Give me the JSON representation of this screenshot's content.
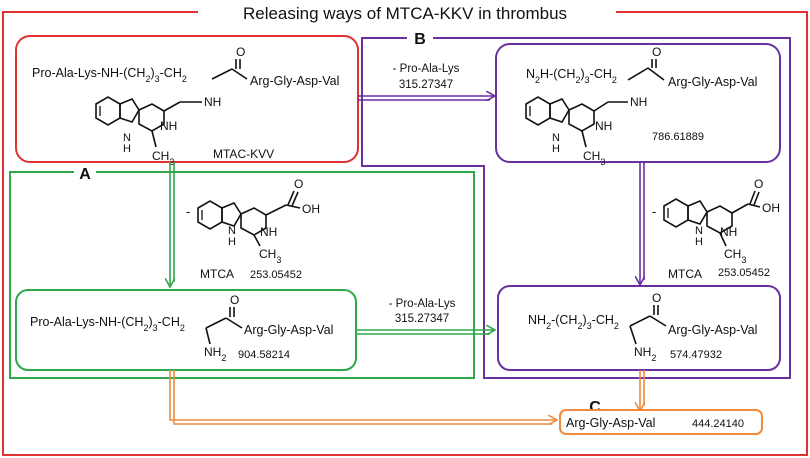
{
  "title": "Releasing ways of MTCA-KKV  in thrombus",
  "colors": {
    "outer": "#e03030",
    "route_a": "#2ea84a",
    "route_b": "#6a2fa0",
    "route_c": "#f08a3c",
    "start": "#e03030"
  },
  "labels": {
    "a": "A",
    "b": "B",
    "c": "C"
  },
  "start_compound": {
    "chain": "Pro-Ala-Lys-NH-(CH",
    "chain_sub": "2",
    "chain_mid": ")",
    "chain_sub2": "3",
    "chain_end": "-CH",
    "chain_sub3": "2",
    "tail": "Arg-Gly-Asp-Val",
    "o": "O",
    "nh": "NH",
    "ring_nh": "NH",
    "ring_h": "H",
    "ring_n": "N",
    "ch3": "CH",
    "ch3_sub": "3",
    "name": "MTAC-KVV"
  },
  "b_product": {
    "chain": "N",
    "chain_sub": "2",
    "chain_rest": "H-(CH",
    "chain_sub2": "2",
    "chain_mid": ")",
    "chain_sub3": "3",
    "chain_end": "-CH",
    "chain_sub4": "2",
    "tail": "Arg-Gly-Asp-Val",
    "o": "O",
    "nh": "NH",
    "ring_nh": "NH",
    "ring_h": "H",
    "ring_n": "N",
    "ch3": "CH",
    "ch3_sub": "3",
    "mass": "786.61889"
  },
  "b_arrow": {
    "label": "- Pro-Ala-Lys",
    "mass": "315.27347"
  },
  "a_mtca": {
    "minus": "-",
    "oh": "OH",
    "o": "O",
    "ring_nh": "NH",
    "ring_h": "H",
    "ring_n": "N",
    "ch3": "CH",
    "ch3_sub": "3",
    "name": "MTCA",
    "mass": "253.05452"
  },
  "b_mtca": {
    "minus": "-",
    "oh": "OH",
    "o": "O",
    "ring_nh": "NH",
    "ring_h": "H",
    "ring_n": "N",
    "ch3": "CH",
    "ch3_sub": "3",
    "name": "MTCA",
    "mass": "253.05452"
  },
  "a_product": {
    "chain": "Pro-Ala-Lys-NH-(CH",
    "chain_sub": "2",
    "chain_mid": ")",
    "chain_sub2": "3",
    "chain_end": "-CH",
    "chain_sub3": "2",
    "tail": "Arg-Gly-Asp-Val",
    "o": "O",
    "nh2": "NH",
    "nh2_sub": "2",
    "mass": "904.58214"
  },
  "a_arrow": {
    "label": "- Pro-Ala-Lys",
    "mass": "315.27347"
  },
  "final_product": {
    "chain": "NH",
    "chain_sub": "2",
    "chain_rest": "-(CH",
    "chain_sub2": "2",
    "chain_mid": ")",
    "chain_sub3": "3",
    "chain_end": "-CH",
    "chain_sub4": "2",
    "tail": "Arg-Gly-Asp-Val",
    "o": "O",
    "nh2": "NH",
    "nh2_sub": "2",
    "mass": "574.47932"
  },
  "c_product": {
    "name": "Arg-Gly-Asp-Val",
    "mass": "444.24140"
  }
}
